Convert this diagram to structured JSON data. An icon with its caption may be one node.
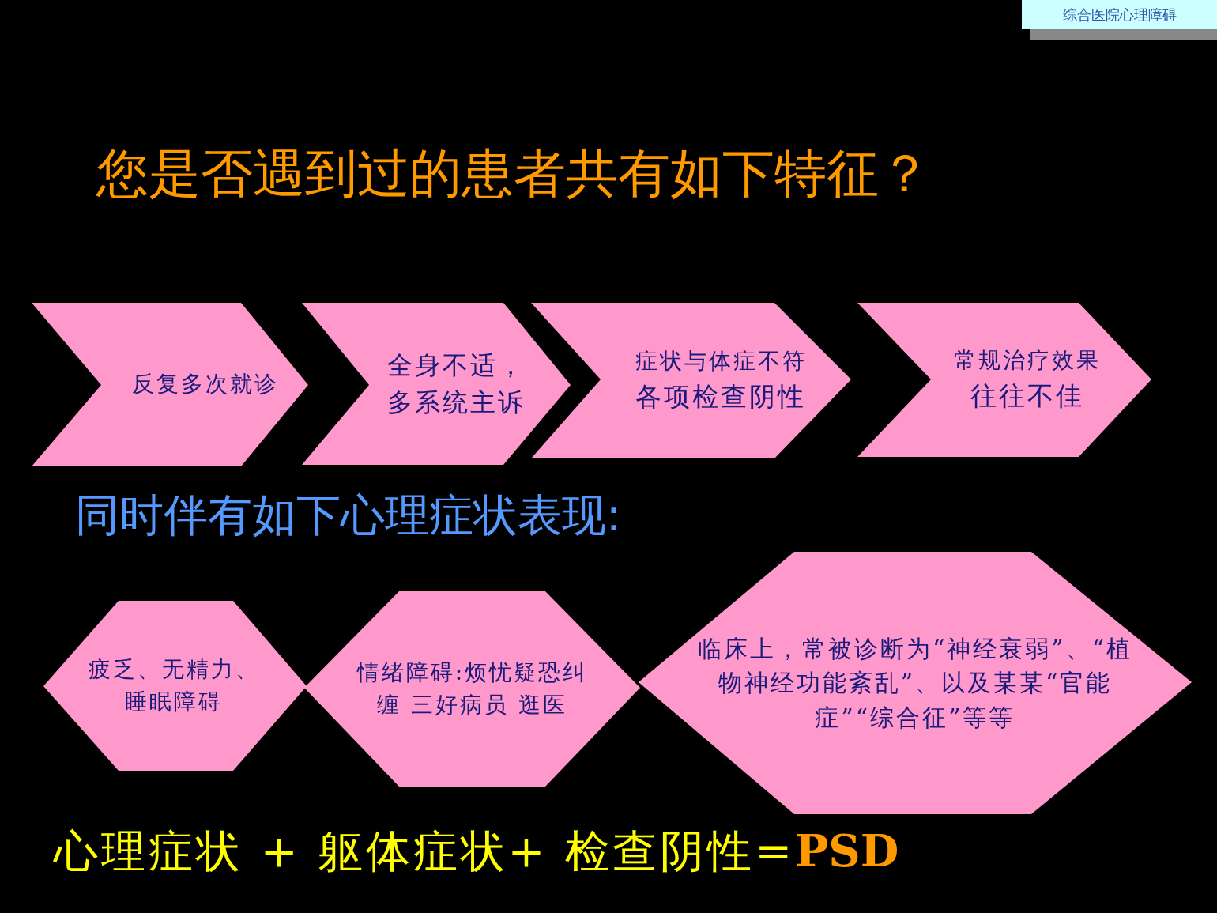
{
  "diagram": {
    "title": "您是否遇到过的患者共有如下特征？",
    "nodes": [
      {
        "text": [
          "反复多次就诊"
        ]
      },
      {
        "text": [
          "全身不适，多系统主诉"
        ]
      },
      {
        "text": [
          "症状与体症不符",
          "各项检查阴性"
        ]
      },
      {
        "text": [
          "常规治疗效果",
          "往往不佳"
        ]
      },
      {
        "text": [
          "疲乏、无精力、睡眠障碍"
        ]
      },
      {
        "text": [
          "情绪障碍:烦忧疑恐纠缠 三好病员 逛医"
        ]
      },
      {
        "text": [
          "临床上，常被诊断为“神经衰弱”、“植物神经功能紊乱”、以及某某“官能症”“综合征”等等"
        ]
      }
    ],
    "labels": [
      "综合医院心理障碍",
      "同时伴有如下心理症状表现:",
      "心理症状 + 躯体症状+ 检查阴性=**PSD**"
    ]
  }
}
